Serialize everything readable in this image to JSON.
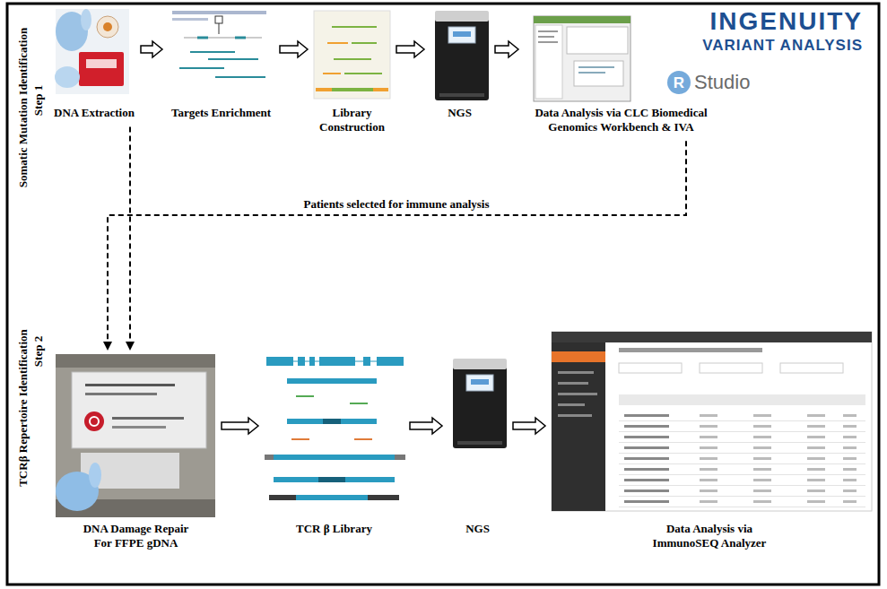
{
  "diagram": {
    "nodes": [
      {
        "text": [
          "DNA Extraction"
        ]
      },
      {
        "text": [
          "Targets Enrichment"
        ]
      },
      {
        "text": [
          "Library Construction"
        ]
      },
      {
        "text": [
          "NGS"
        ]
      },
      {
        "text": [
          "Data Analysis via CLC Biomedical Genomics Workbench & IVA"
        ]
      },
      {
        "text": [
          "DNA Damage Repair For FFPE gDNA"
        ]
      },
      {
        "text": [
          "TCR β Library"
        ]
      },
      {
        "text": [
          "NGS"
        ]
      },
      {
        "text": [
          "Data Analysis via ImmunoSEQ Analyzer"
        ]
      }
    ],
    "edges": [
      {
        "from": 0,
        "to": 1,
        "arrow": "to"
      },
      {
        "from": 1,
        "to": 2,
        "arrow": "to"
      },
      {
        "from": 2,
        "to": 3,
        "arrow": "to"
      },
      {
        "from": 3,
        "to": 4,
        "arrow": "to"
      },
      {
        "from": 0,
        "to": 5,
        "arrow": "to"
      },
      {
        "from": 4,
        "to": 5,
        "label": "Patients selected for immune analysis",
        "arrow": "to"
      },
      {
        "from": 5,
        "to": 6,
        "arrow": "to"
      },
      {
        "from": 6,
        "to": 7,
        "arrow": "to"
      },
      {
        "from": 7,
        "to": 8,
        "arrow": "to"
      }
    ],
    "labels": [
      "Somatic Mutation Identification",
      "Step 1",
      "TCRβ Repertoire Identification",
      "Step 2",
      "INGENUITY",
      "VARIANT ANALYSIS",
      "R",
      "Studio"
    ]
  }
}
